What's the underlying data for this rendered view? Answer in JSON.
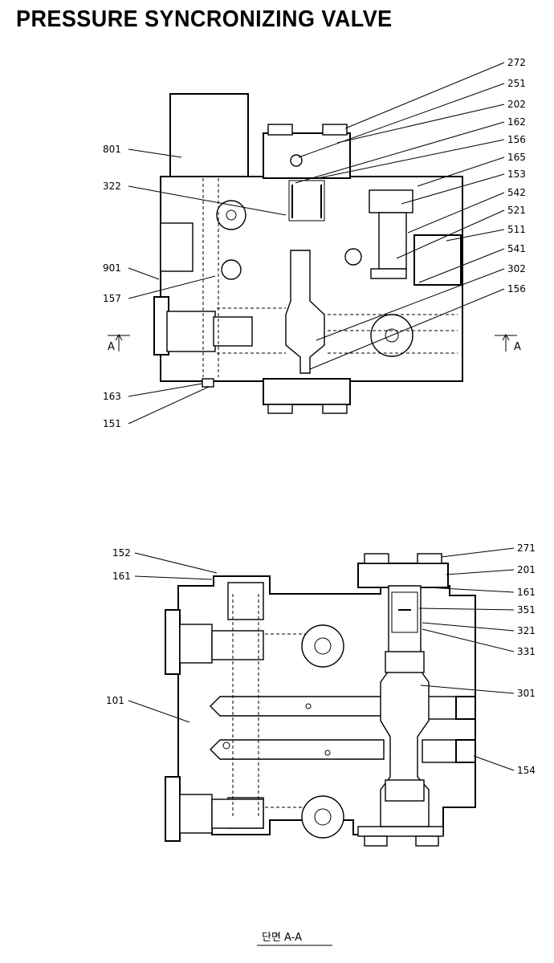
{
  "title": "PRESSURE SYNCRONIZING VALVE",
  "section_caption": "단면 A-A",
  "section_marks": {
    "left": "A",
    "right": "A"
  },
  "top_view": {
    "labels_right": [
      "272",
      "251",
      "202",
      "162",
      "156",
      "165",
      "153",
      "542",
      "521",
      "511",
      "541",
      "302",
      "156"
    ],
    "labels_left": [
      "801",
      "322",
      "901",
      "157",
      "163",
      "151"
    ]
  },
  "section_view": {
    "labels_left": [
      "152",
      "161",
      "101"
    ],
    "labels_right": [
      "271",
      "201",
      "161",
      "351",
      "321",
      "331",
      "301",
      "154"
    ]
  }
}
